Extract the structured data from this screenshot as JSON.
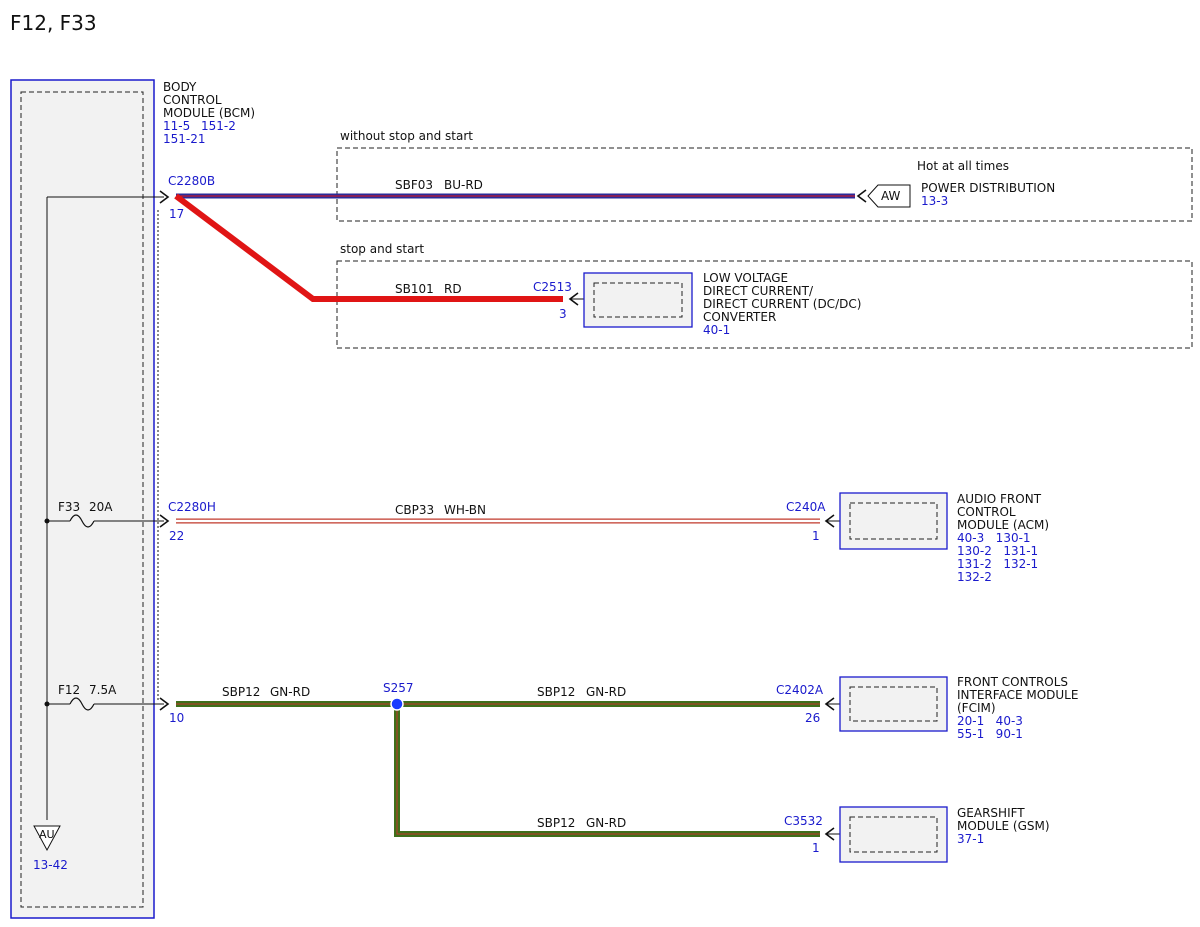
{
  "title": "F12, F33",
  "colors": {
    "blue_ref": "#1a1acc",
    "wire_bu": "#2b2b9a",
    "wire_rd": "#e01515",
    "wire_gn": "#3f6f1a",
    "wire_rd_stripe": "#c0392b",
    "module_fill": "#f2f2f2",
    "splice": "#1a3cff"
  },
  "bcm": {
    "name_lines": [
      "BODY",
      "CONTROL",
      "MODULE (BCM)"
    ],
    "refs": [
      "11-5",
      "151-2",
      "151-21"
    ],
    "ground_symbol": "AU",
    "ground_ref": "13-42"
  },
  "fuses": {
    "f33": {
      "name": "F33",
      "rating": "20A"
    },
    "f12": {
      "name": "F12",
      "rating": "7.5A"
    }
  },
  "sections": {
    "without_ss": "without stop and start",
    "with_ss": "stop and start",
    "hot": "Hot at all times"
  },
  "circuits": {
    "sbf03": {
      "circuit": "SBF03",
      "color": "BU-RD",
      "connector": "C2280B",
      "pin": "17"
    },
    "sb101": {
      "circuit": "SB101",
      "color": "RD",
      "connector": "C2513",
      "pin": "3"
    },
    "cbp33": {
      "circuit": "CBP33",
      "color": "WH-BN",
      "connector": "C2280H",
      "pin": "22",
      "far_connector": "C240A",
      "far_pin": "1"
    },
    "sbp12_main": {
      "circuit": "SBP12",
      "color": "GN-RD",
      "pin": "10"
    },
    "sbp12_fcim": {
      "circuit": "SBP12",
      "color": "GN-RD",
      "connector": "C2402A",
      "pin": "26"
    },
    "sbp12_gsm": {
      "circuit": "SBP12",
      "color": "GN-RD",
      "connector": "C3532",
      "pin": "1"
    }
  },
  "splice": {
    "name": "S257"
  },
  "power_dist": {
    "symbol": "AW",
    "name": "POWER DISTRIBUTION",
    "ref": "13-3"
  },
  "dcdc": {
    "name_lines": [
      "LOW VOLTAGE",
      "DIRECT CURRENT/",
      "DIRECT CURRENT (DC/DC)",
      "CONVERTER"
    ],
    "ref": "40-1"
  },
  "acm": {
    "name_lines": [
      "AUDIO FRONT",
      "CONTROL",
      "MODULE (ACM)"
    ],
    "refs": [
      "40-3   130-1",
      "130-2   131-1",
      "131-2   132-1",
      "132-2"
    ]
  },
  "fcim": {
    "name_lines": [
      "FRONT CONTROLS",
      "INTERFACE MODULE",
      "(FCIM)"
    ],
    "refs": [
      "20-1   40-3",
      "55-1   90-1"
    ]
  },
  "gsm": {
    "name_lines": [
      "GEARSHIFT",
      "MODULE (GSM)"
    ],
    "ref": "37-1"
  }
}
